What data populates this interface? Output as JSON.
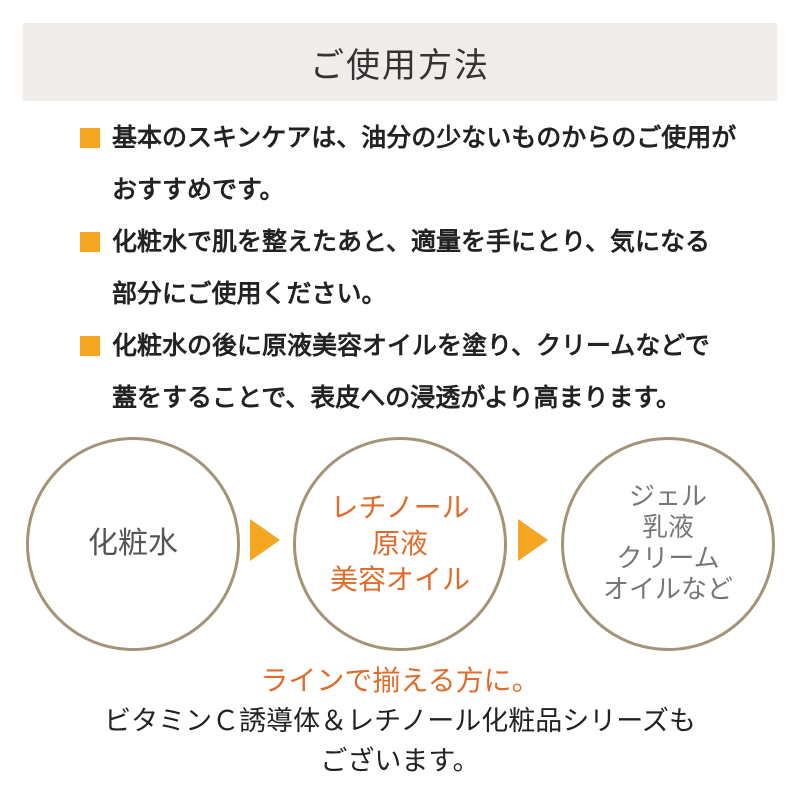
{
  "header": {
    "title": "ご使用方法"
  },
  "instructions": [
    {
      "lines": [
        "基本のスキンケアは、油分の少ないものからのご使用が",
        "おすすめです。"
      ]
    },
    {
      "lines": [
        "化粧水で肌を整えたあと、適量を手にとり、気になる",
        "部分にご使用ください。"
      ]
    },
    {
      "lines": [
        "化粧水の後に原液美容オイルを塗り、クリームなどで",
        "蓋をすることで、表皮への浸透がより高まります。"
      ]
    }
  ],
  "steps": [
    {
      "lines": [
        "化粧水"
      ]
    },
    {
      "lines": [
        "レチノール",
        "原液",
        "美容オイル"
      ]
    },
    {
      "lines": [
        "ジェル",
        "乳液",
        "クリーム",
        "オイルなど"
      ]
    }
  ],
  "footer": {
    "accent": "ラインで揃える方に。",
    "lines": [
      "ビタミンＣ誘導体＆レチノール化粧品シリーズも",
      "ございます。"
    ]
  },
  "colors": {
    "accent_orange": "#f5a623",
    "accent_text": "#e06b2a",
    "circle_border": "#a39476",
    "header_bg": "#f0ecea"
  }
}
